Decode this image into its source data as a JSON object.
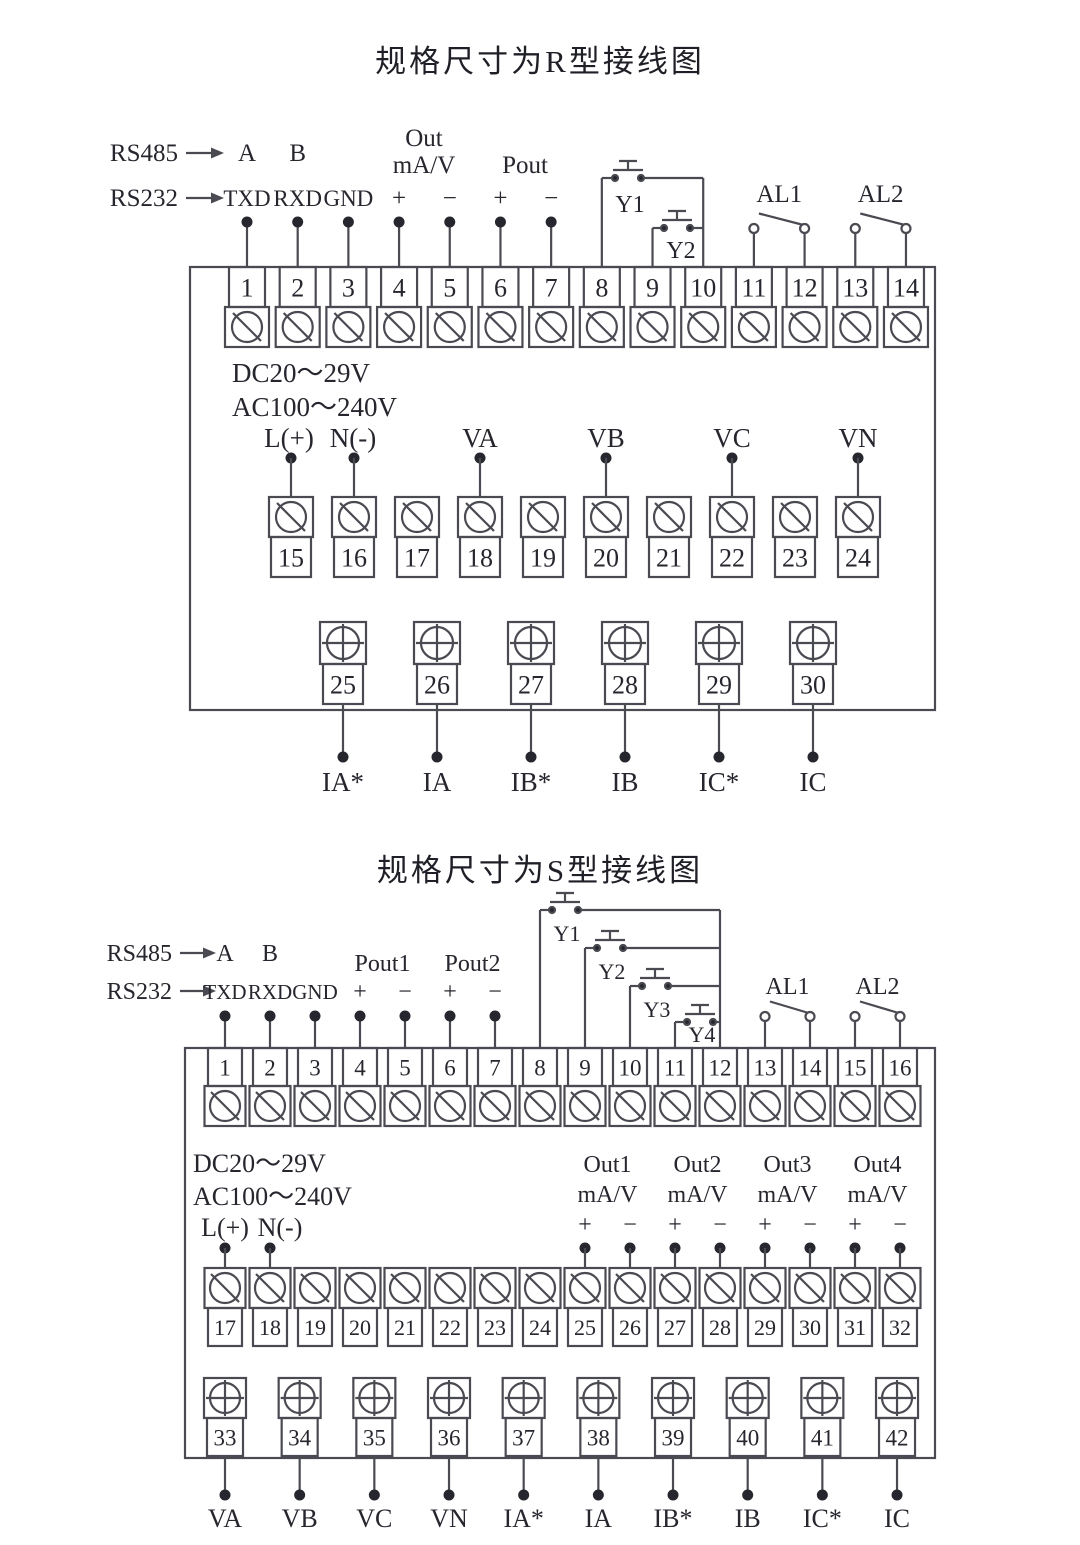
{
  "colors": {
    "background": "#ffffff",
    "line": "#4a4a52",
    "text": "#26262e"
  },
  "diagrams": [
    {
      "id": "r-type",
      "title": "规格尺寸为R型接线图",
      "comm": {
        "rs485_label": "RS485",
        "rs485_pins": [
          "A",
          "B"
        ],
        "rs232_label": "RS232",
        "rs232_pins": [
          "TXD",
          "RXD",
          "GND"
        ],
        "analog_out": {
          "line1": "Out",
          "line2": "mA/V",
          "pins": [
            "+",
            "−"
          ]
        },
        "pulse_out": {
          "label": "Pout",
          "pins": [
            "+",
            "−"
          ]
        }
      },
      "relay_outputs": [
        "Y1",
        "Y2"
      ],
      "alarm_outputs": [
        "AL1",
        "AL2"
      ],
      "power": {
        "dc": "DC20～29V",
        "ac": "AC100～240V",
        "l_label": "L(+)",
        "n_label": "N(-)"
      },
      "voltage_inputs": [
        "VA",
        "VB",
        "VC",
        "VN"
      ],
      "current_inputs": [
        "IA*",
        "IA",
        "IB*",
        "IB",
        "IC*",
        "IC"
      ],
      "terminal_rows": {
        "top": [
          "1",
          "2",
          "3",
          "4",
          "5",
          "6",
          "7",
          "8",
          "9",
          "10",
          "11",
          "12",
          "13",
          "14"
        ],
        "middle": [
          "15",
          "16",
          "17",
          "18",
          "19",
          "20",
          "21",
          "22",
          "23",
          "24"
        ],
        "bottom": [
          "25",
          "26",
          "27",
          "28",
          "29",
          "30"
        ]
      }
    },
    {
      "id": "s-type",
      "title": "规格尺寸为S型接线图",
      "comm": {
        "rs485_label": "RS485",
        "rs485_pins": [
          "A",
          "B"
        ],
        "rs232_label": "RS232",
        "rs232_pins": [
          "TXD",
          "RXD",
          "GND"
        ],
        "pulse_outs": [
          {
            "label": "Pout1",
            "pins": [
              "+",
              "−"
            ]
          },
          {
            "label": "Pout2",
            "pins": [
              "+",
              "−"
            ]
          }
        ]
      },
      "relay_outputs": [
        "Y1",
        "Y2",
        "Y3",
        "Y4"
      ],
      "alarm_outputs": [
        "AL1",
        "AL2"
      ],
      "power": {
        "dc": "DC20～29V",
        "ac": "AC100～240V",
        "l_label": "L(+)",
        "n_label": "N(-)"
      },
      "analog_outs": [
        {
          "label": "Out1",
          "unit": "mA/V",
          "pins": [
            "+",
            "−"
          ]
        },
        {
          "label": "Out2",
          "unit": "mA/V",
          "pins": [
            "+",
            "−"
          ]
        },
        {
          "label": "Out3",
          "unit": "mA/V",
          "pins": [
            "+",
            "−"
          ]
        },
        {
          "label": "Out4",
          "unit": "mA/V",
          "pins": [
            "+",
            "−"
          ]
        }
      ],
      "bottom_labels": [
        "VA",
        "VB",
        "VC",
        "VN",
        "IA*",
        "IA",
        "IB*",
        "IB",
        "IC*",
        "IC"
      ],
      "terminal_rows": {
        "top": [
          "1",
          "2",
          "3",
          "4",
          "5",
          "6",
          "7",
          "8",
          "9",
          "10",
          "11",
          "12",
          "13",
          "14",
          "15",
          "16"
        ],
        "middle": [
          "17",
          "18",
          "19",
          "20",
          "21",
          "22",
          "23",
          "24",
          "25",
          "26",
          "27",
          "28",
          "29",
          "30",
          "31",
          "32"
        ],
        "bottom": [
          "33",
          "34",
          "35",
          "36",
          "37",
          "38",
          "39",
          "40",
          "41",
          "42"
        ]
      }
    }
  ]
}
